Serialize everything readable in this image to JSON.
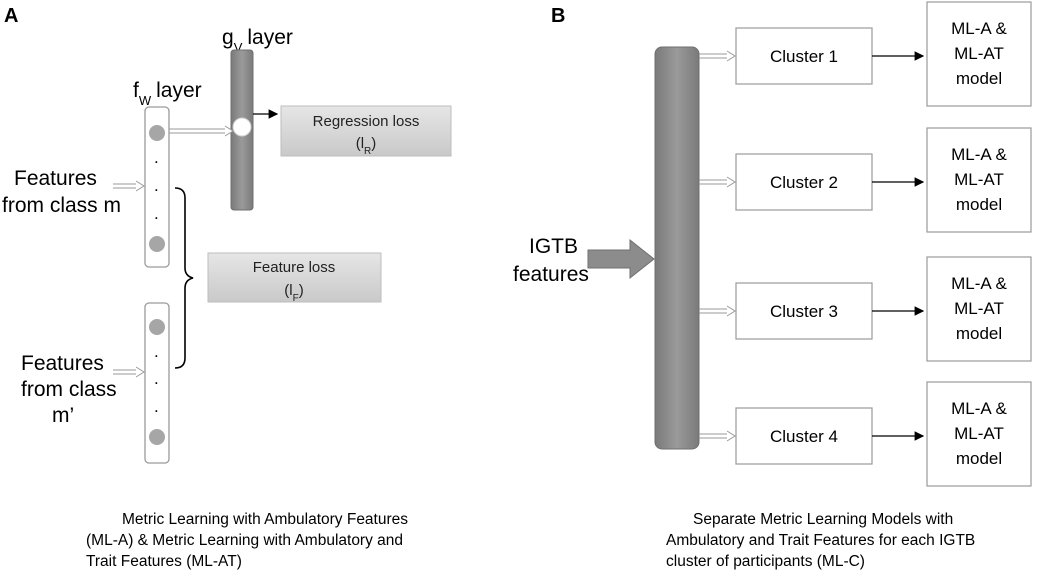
{
  "panel_a": {
    "letter": "A",
    "gv_layer": {
      "main": "g",
      "sub": "V",
      "rest": "layer"
    },
    "fw_layer": {
      "main": "f",
      "sub": "W",
      "rest": "layer"
    },
    "input_m": {
      "line1": "Features",
      "line2": "from class m"
    },
    "input_m_prime": {
      "line1": "Features",
      "line2": "from class",
      "line3": "m’"
    },
    "regression_loss": {
      "title": "Regression loss",
      "symbol": "(l",
      "sub": "R",
      "close": ")"
    },
    "feature_loss": {
      "title": "Feature loss",
      "symbol": "(l",
      "sub": "F",
      "close": ")"
    },
    "dot": ".",
    "caption": {
      "line1": "Metric Learning with Ambulatory Features",
      "line2": "(ML-A) & Metric Learning with Ambulatory and",
      "line3": "Trait Features (ML-AT)"
    }
  },
  "panel_b": {
    "letter": "B",
    "input": {
      "line1": "IGTB",
      "line2": "features"
    },
    "clusters": [
      {
        "label": "Cluster 1",
        "model": [
          "ML-A &",
          "ML-AT",
          "model"
        ]
      },
      {
        "label": "Cluster 2",
        "model": [
          "ML-A &",
          "ML-AT",
          "model"
        ]
      },
      {
        "label": "Cluster 3",
        "model": [
          "ML-A &",
          "ML-AT",
          "model"
        ]
      },
      {
        "label": "Cluster 4",
        "model": [
          "ML-A &",
          "ML-AT",
          "model"
        ]
      }
    ],
    "caption": {
      "line1": "Separate Metric Learning Models with",
      "line2": "Ambulatory and Trait Features for each IGTB",
      "line3": "cluster of participants (ML-C)"
    }
  },
  "colors": {
    "bar_dark": "#8c8c8c",
    "loss_box": "#d4d4d4",
    "node": "#a6a6a6",
    "outline": "#9a9a9a"
  }
}
